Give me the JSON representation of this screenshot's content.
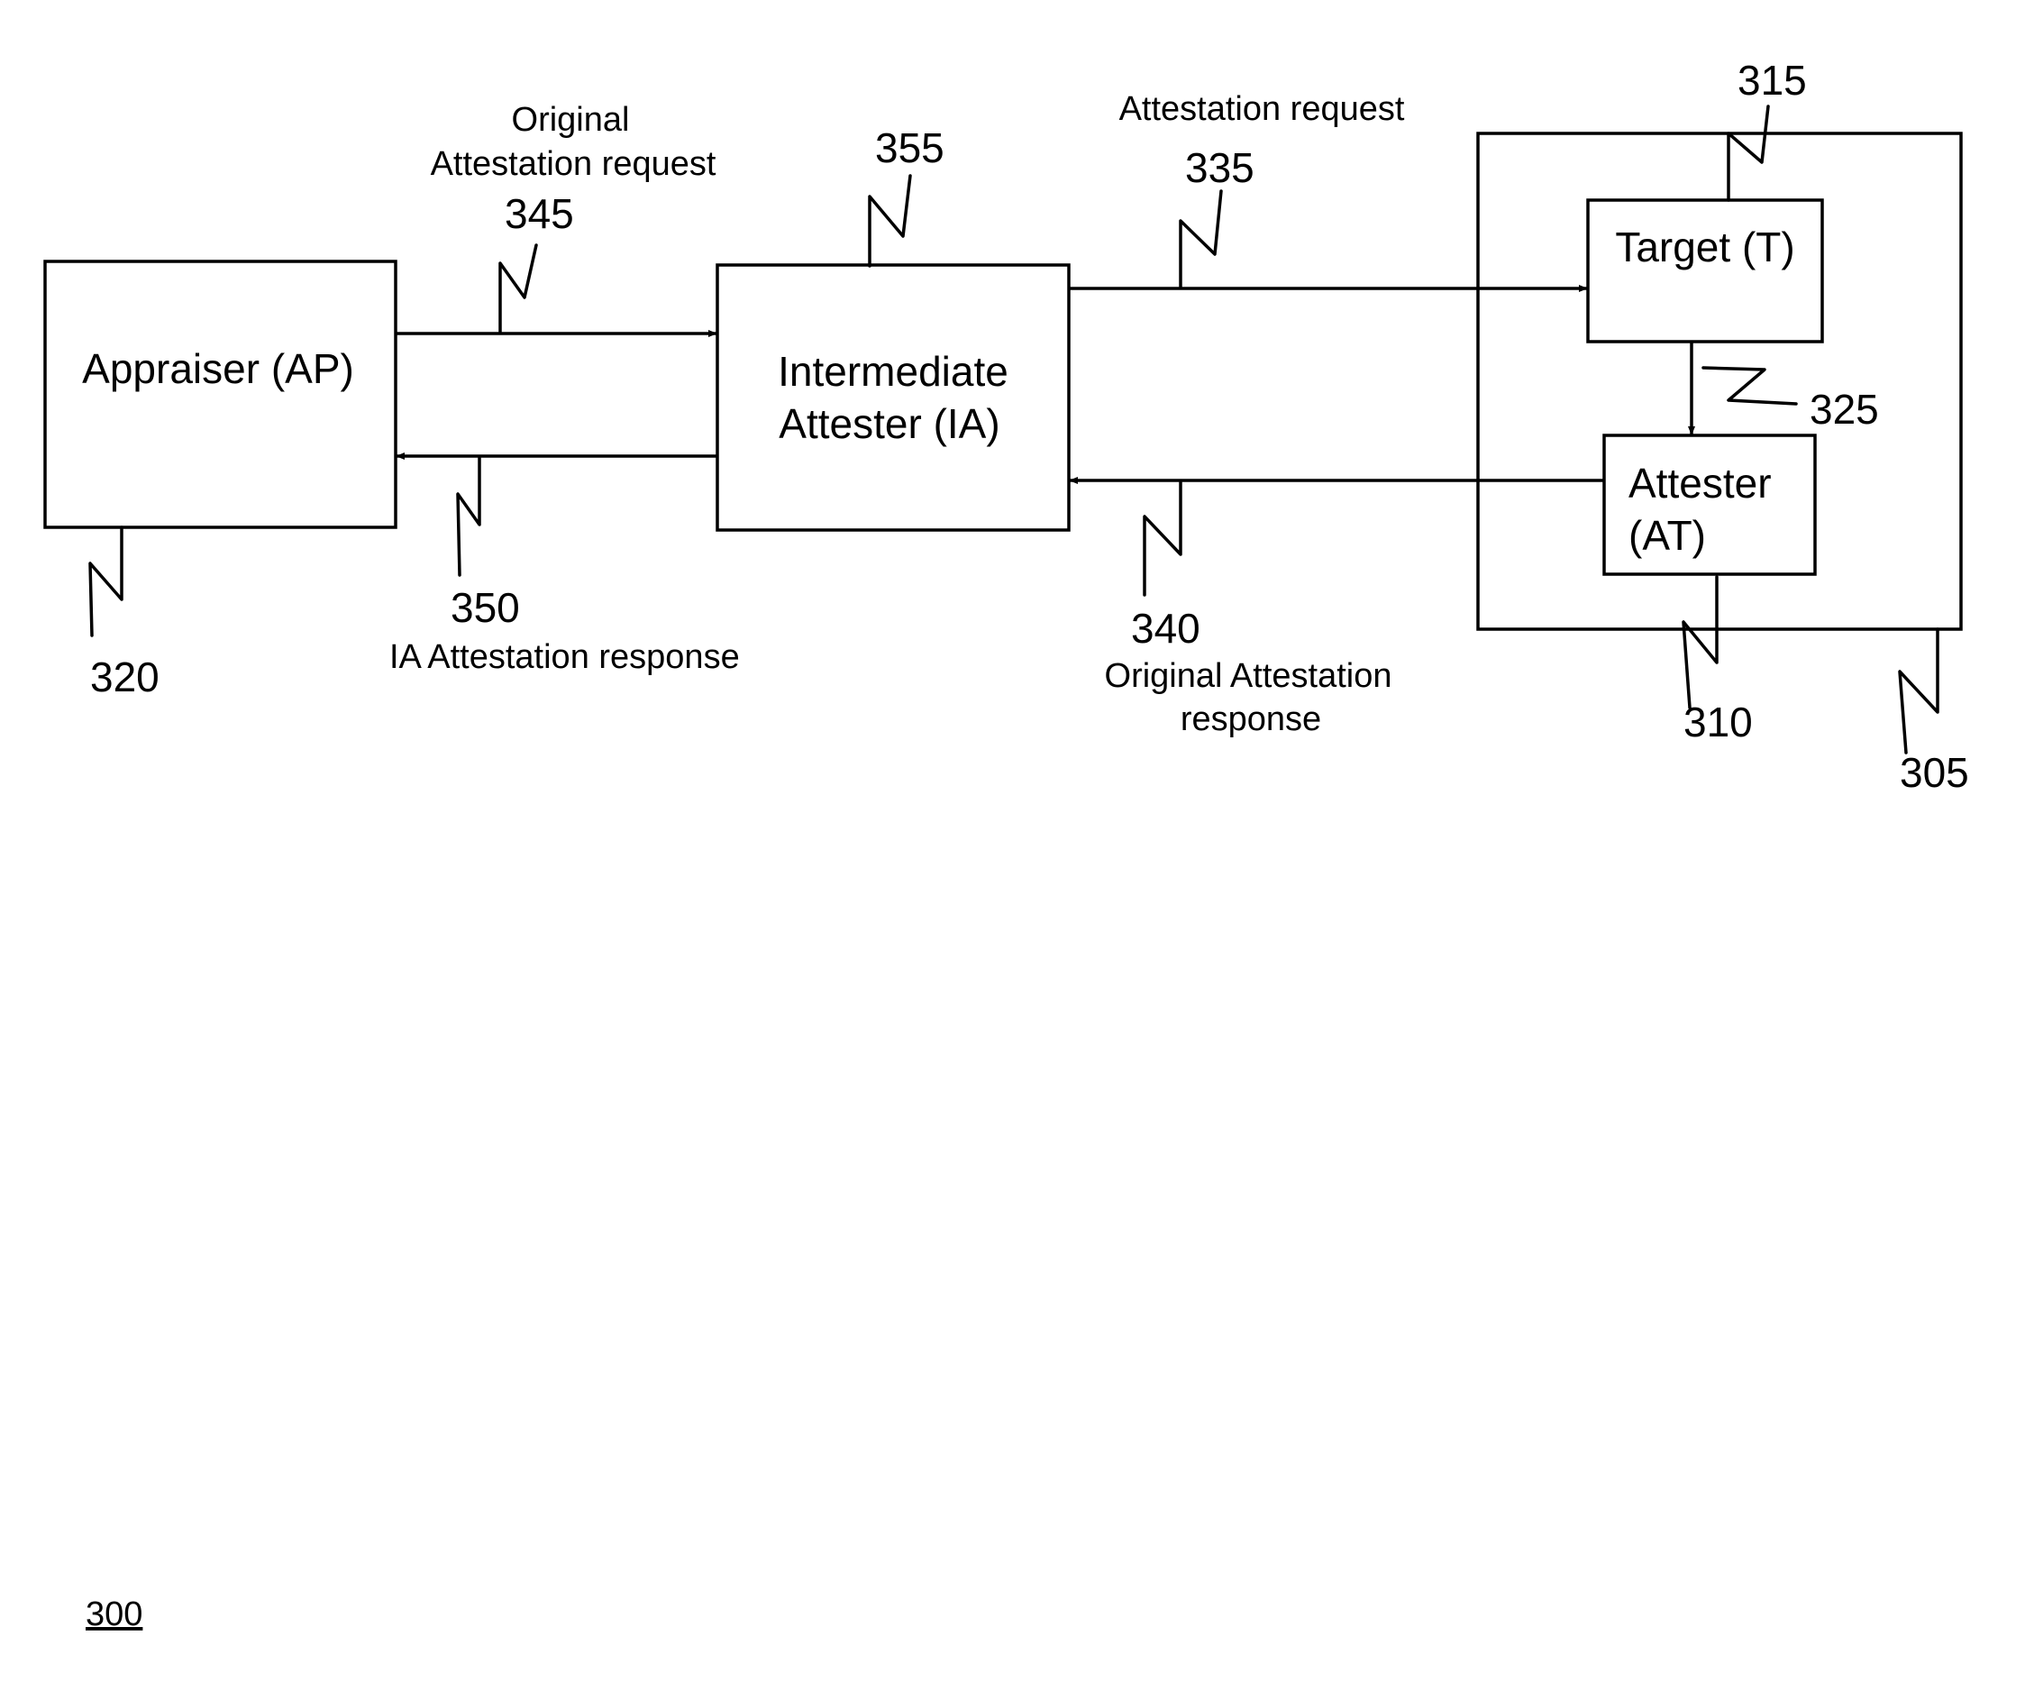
{
  "figure_number": "300",
  "nodes": {
    "appraiser": {
      "label": "Appraiser (AP)",
      "ref": "320"
    },
    "intermediate": {
      "line1": "Intermediate",
      "line2": "Attester (IA)",
      "ref": "355"
    },
    "platform": {
      "ref": "305"
    },
    "target": {
      "label": "Target (T)",
      "ref": "315"
    },
    "attester": {
      "line1": "Attester",
      "line2": "(AT)",
      "ref": "310"
    }
  },
  "edges": {
    "original_request": {
      "line1": "Original",
      "line2": "Attestation request",
      "ref": "345"
    },
    "ia_response": {
      "label": "IA Attestation response",
      "ref": "350"
    },
    "attestation_request": {
      "label": "Attestation request",
      "ref": "335"
    },
    "original_response": {
      "line1": "Original Attestation",
      "line2": "response",
      "ref": "340"
    },
    "target_to_attester": {
      "ref": "325"
    }
  }
}
